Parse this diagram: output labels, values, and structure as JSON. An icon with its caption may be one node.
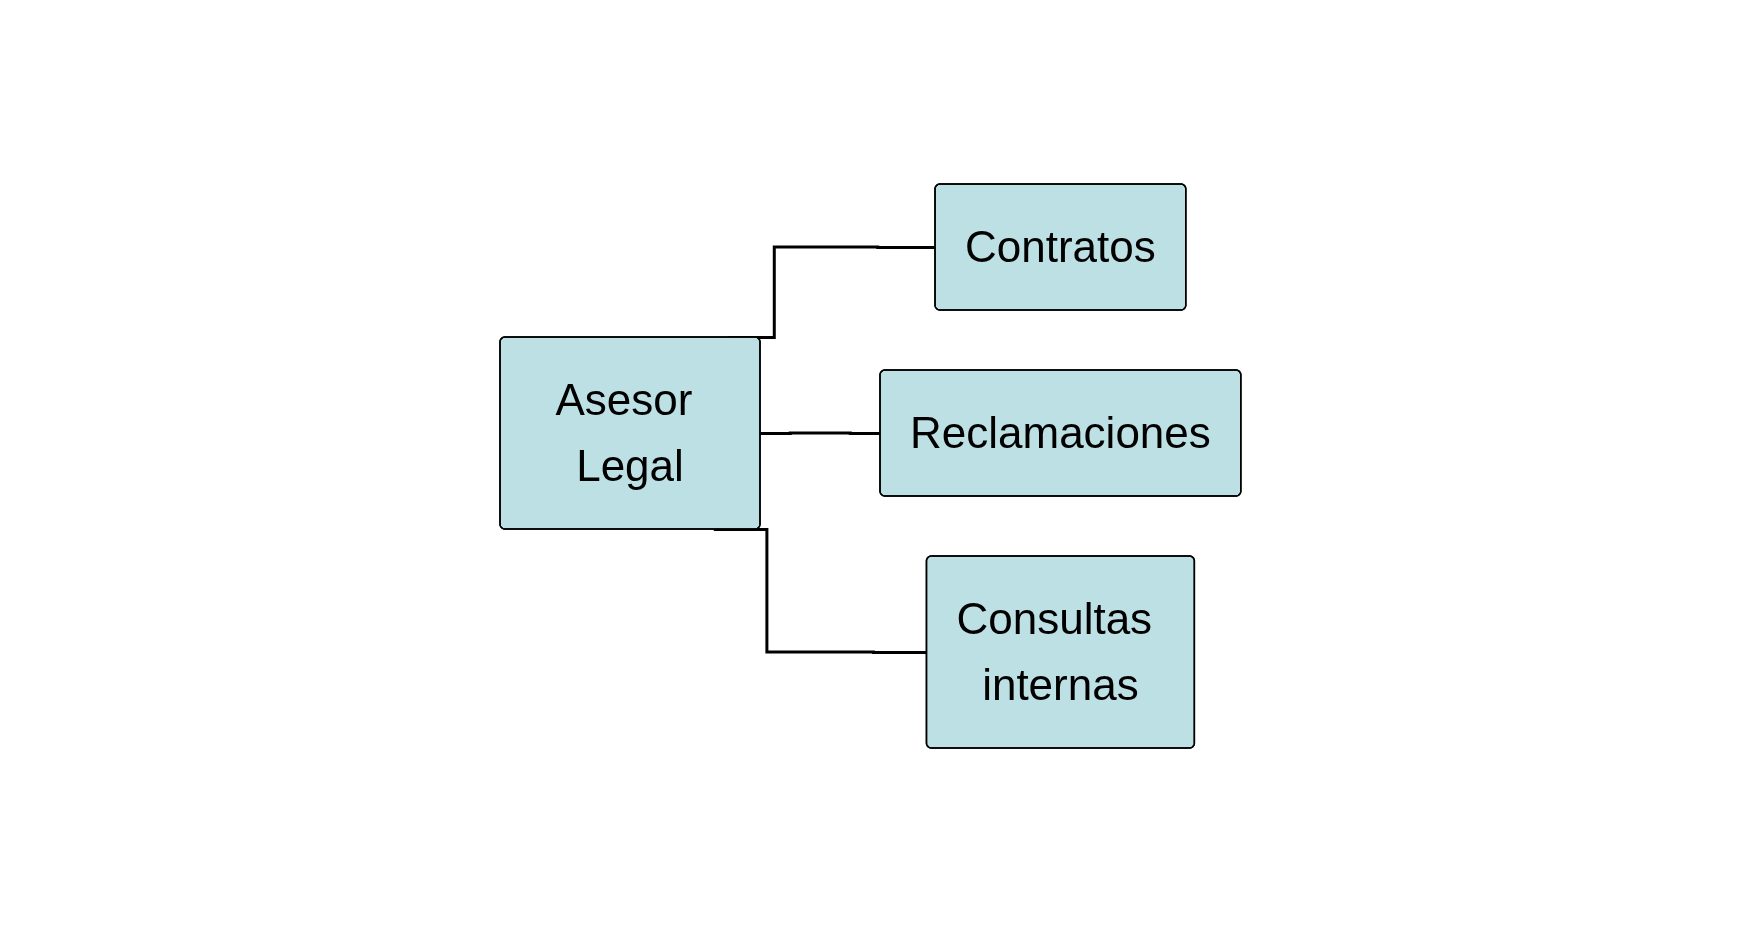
{
  "diagram": {
    "nodes": [
      {
        "text": [
          "Asesor Legal"
        ]
      },
      {
        "text": [
          "Contratos"
        ]
      },
      {
        "text": [
          "Reclamaciones"
        ]
      },
      {
        "text": [
          "Consultas internas"
        ]
      }
    ],
    "edges": [
      {
        "from": 0,
        "to": 1,
        "arrow": "none"
      },
      {
        "from": 0,
        "to": 2,
        "arrow": "none"
      },
      {
        "from": 0,
        "to": 3,
        "arrow": "none"
      }
    ]
  }
}
